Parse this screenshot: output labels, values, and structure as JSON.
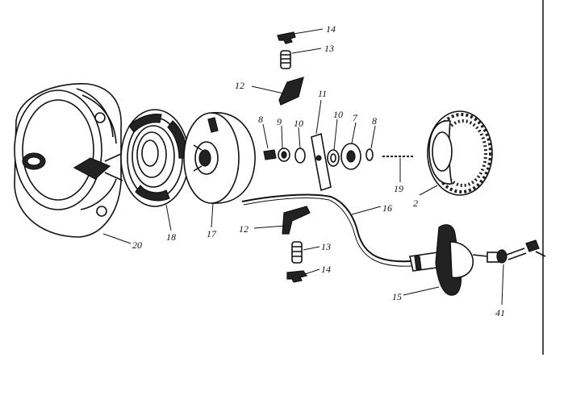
{
  "parts": [
    {
      "id": "p14a",
      "label": "14"
    },
    {
      "id": "p13a",
      "label": "13"
    },
    {
      "id": "p12a",
      "label": "12"
    },
    {
      "id": "p11",
      "label": "11"
    },
    {
      "id": "p8a",
      "label": "8"
    },
    {
      "id": "p9",
      "label": "9"
    },
    {
      "id": "p10a",
      "label": "10"
    },
    {
      "id": "p10b",
      "label": "10"
    },
    {
      "id": "p7",
      "label": "7"
    },
    {
      "id": "p8b",
      "label": "8"
    },
    {
      "id": "p19",
      "label": "19"
    },
    {
      "id": "p2",
      "label": "2"
    },
    {
      "id": "p18a",
      "label": "18"
    },
    {
      "id": "p17",
      "label": "17"
    },
    {
      "id": "p12b",
      "label": "12"
    },
    {
      "id": "p16",
      "label": "16"
    },
    {
      "id": "p13b",
      "label": "13"
    },
    {
      "id": "p14b",
      "label": "14"
    },
    {
      "id": "p15",
      "label": "15"
    },
    {
      "id": "p41",
      "label": "41"
    },
    {
      "id": "p20",
      "label": "20"
    }
  ]
}
